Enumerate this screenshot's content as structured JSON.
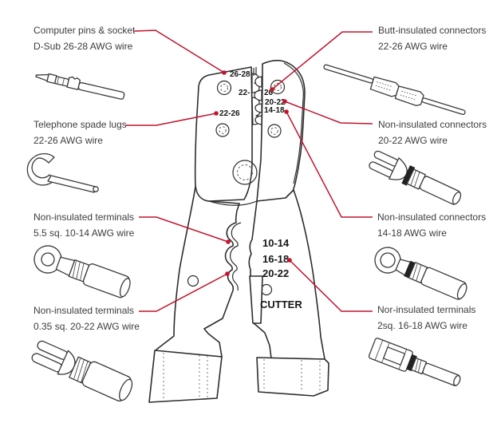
{
  "colors": {
    "accent_red": "#c2142f",
    "outline": "#2d2d2d",
    "label_text": "#3d3d3d"
  },
  "callouts": {
    "left": [
      {
        "title": "Computer pins & socket",
        "subtitle": "D-Sub 26-28 AWG wire",
        "illustration": "computer-pin"
      },
      {
        "title": "Telephone spade lugs",
        "subtitle": "22-26 AWG wire",
        "illustration": "spade-lug"
      },
      {
        "title": "Non-insulated terminals",
        "subtitle": "5.5 sq. 10-14 AWG wire",
        "illustration": "ring-terminal"
      },
      {
        "title": "Non-insulated terminals",
        "subtitle": "0.35 sq. 20-22 AWG wire",
        "illustration": "fork-terminal"
      }
    ],
    "right": [
      {
        "title": "Butt-insulated connectors",
        "subtitle": "22-26 AWG wire",
        "illustration": "butt-connector"
      },
      {
        "title": "Non-insulated connectors",
        "subtitle": "20-22 AWG wire",
        "illustration": "fork-connector"
      },
      {
        "title": "Non-insulated connectors",
        "subtitle": "14-18 AWG wire",
        "illustration": "ring-connector"
      },
      {
        "title": "Nor-insulated terminals",
        "subtitle": "2sq. 16-18 AWG wire",
        "illustration": "quick-disconnect"
      }
    ]
  },
  "tool": {
    "die_labels": {
      "computer_pins": "26-28",
      "butt_left": "22-",
      "butt_right": "26",
      "non_ins_2022": "20-22",
      "non_ins_1418": "14-18",
      "telephone": "22-26"
    },
    "crimp_labels": [
      "10-14",
      "16-18",
      "20-22"
    ],
    "cutter": "CUTTER"
  }
}
